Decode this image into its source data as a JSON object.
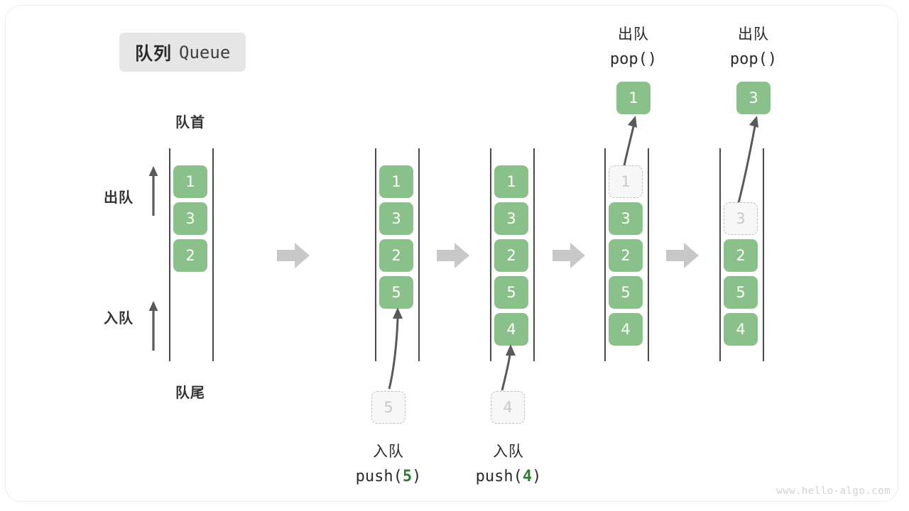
{
  "title": {
    "cn": "队列",
    "en": "Queue"
  },
  "axis_labels": {
    "front": "队首",
    "rear": "队尾",
    "dequeue": "出队",
    "enqueue": "入队"
  },
  "colors": {
    "cell_green": "#8ac08a",
    "cell_text": "#ffffff",
    "ghost_fill": "#f7f7f7",
    "ghost_border": "#c2c2c2",
    "ghost_text": "#c8c8c8",
    "rail": "#4a4a4a",
    "arrow_gray": "#c8c8c8",
    "motion_arrow": "#5a5a5a",
    "badge_bg": "#e6e6e6",
    "code_green": "#2e7d32",
    "watermark": "#d2d2d2"
  },
  "stages": [
    {
      "id": "stage-initial",
      "cells": [
        {
          "value": "1",
          "state": "filled",
          "slot": 0
        },
        {
          "value": "3",
          "state": "filled",
          "slot": 1
        },
        {
          "value": "2",
          "state": "filled",
          "slot": 2
        }
      ],
      "caption_cn": "",
      "caption_code": "",
      "caption_num": "",
      "outside_cell": null
    },
    {
      "id": "stage-push-5",
      "cells": [
        {
          "value": "1",
          "state": "filled",
          "slot": 0
        },
        {
          "value": "3",
          "state": "filled",
          "slot": 1
        },
        {
          "value": "2",
          "state": "filled",
          "slot": 2
        },
        {
          "value": "5",
          "state": "filled",
          "slot": 3
        }
      ],
      "caption_cn": "入队",
      "caption_code_prefix": "push(",
      "caption_num": "5",
      "caption_code_suffix": ")",
      "outside_cell": {
        "value": "5",
        "state": "ghost",
        "position": "below"
      }
    },
    {
      "id": "stage-push-4",
      "cells": [
        {
          "value": "1",
          "state": "filled",
          "slot": 0
        },
        {
          "value": "3",
          "state": "filled",
          "slot": 1
        },
        {
          "value": "2",
          "state": "filled",
          "slot": 2
        },
        {
          "value": "5",
          "state": "filled",
          "slot": 3
        },
        {
          "value": "4",
          "state": "filled",
          "slot": 4
        }
      ],
      "caption_cn": "入队",
      "caption_code_prefix": "push(",
      "caption_num": "4",
      "caption_code_suffix": ")",
      "outside_cell": {
        "value": "4",
        "state": "ghost",
        "position": "below"
      }
    },
    {
      "id": "stage-pop-1",
      "cells": [
        {
          "value": "1",
          "state": "ghost",
          "slot": 0
        },
        {
          "value": "3",
          "state": "filled",
          "slot": 1
        },
        {
          "value": "2",
          "state": "filled",
          "slot": 2
        },
        {
          "value": "5",
          "state": "filled",
          "slot": 3
        },
        {
          "value": "4",
          "state": "filled",
          "slot": 4
        }
      ],
      "caption_cn": "出队",
      "caption_code_prefix": "pop(",
      "caption_num": "",
      "caption_code_suffix": ")",
      "outside_cell": {
        "value": "1",
        "state": "filled",
        "position": "above"
      }
    },
    {
      "id": "stage-pop-3",
      "cells": [
        {
          "value": "3",
          "state": "ghost",
          "slot": 1
        },
        {
          "value": "2",
          "state": "filled",
          "slot": 2
        },
        {
          "value": "5",
          "state": "filled",
          "slot": 3
        },
        {
          "value": "4",
          "state": "filled",
          "slot": 4
        }
      ],
      "caption_cn": "出队",
      "caption_code_prefix": "pop(",
      "caption_num": "",
      "caption_code_suffix": ")",
      "outside_cell": {
        "value": "3",
        "state": "filled",
        "position": "above"
      }
    }
  ],
  "watermark": "www.hello-algo.com"
}
